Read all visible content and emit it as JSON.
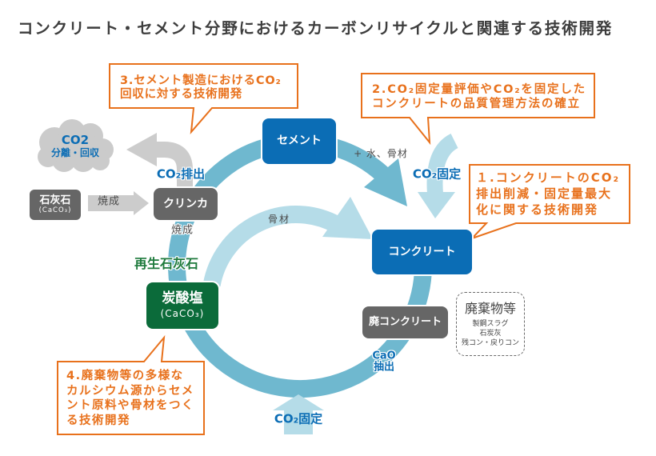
{
  "title": "コンクリート・セメント分野におけるカーボンリサイクルと関連する技術開発",
  "colors": {
    "blue_node": "#0b6db5",
    "gray_node": "#666666",
    "green_node": "#0b6b3a",
    "loop_arc": "#6fb8cf",
    "light_arc": "#b5dce8",
    "gray_arrow": "#cccccc",
    "cloud": "#cbcbcb",
    "callout_orange": "#e8711c",
    "label_blue": "#0b6db5",
    "label_green": "#1e7a3c",
    "title": "#3d3d3d"
  },
  "nodes": {
    "cement": "セメント",
    "concrete": "コンクリート",
    "clinker": "クリンカ",
    "limestone": {
      "label": "石灰石",
      "formula": "(CaCO₃)"
    },
    "carbonate": {
      "label": "炭酸塩",
      "formula": "(CaCO₃)"
    },
    "waste_concrete": "廃コンクリート",
    "waste": {
      "title": "廃棄物等",
      "items": [
        "製鋼スラグ",
        "石炭灰",
        "残コン・戻りコン"
      ]
    }
  },
  "cloud": {
    "line1": "CO2",
    "line2": "分離・回収"
  },
  "labels": {
    "co2_emission": "CO₂排出",
    "calcination_arrow": "焼成",
    "calcination_loop": "焼成",
    "recycled_limestone": "再生石灰石",
    "aggregate": "骨材",
    "water_aggregate": "+ 水、骨材",
    "co2_fixation_top": "CO₂固定",
    "cao_line1": "CaO",
    "cao_line2": "抽出",
    "co2_fixation_bottom": "CO₂固定"
  },
  "callouts": [
    {
      "number": 1,
      "lines": [
        "１.コンクリートのCO₂",
        "排出削減・固定量最大",
        "化に関する技術開発"
      ]
    },
    {
      "number": 2,
      "lines": [
        "2.CO₂固定量評価やCO₂を固定した",
        "コンクリートの品質管理方法の確立"
      ]
    },
    {
      "number": 3,
      "lines": [
        "3.セメント製造におけるCO₂",
        "回収に対する技術開発"
      ]
    },
    {
      "number": 4,
      "lines": [
        "4.廃棄物等の多様な",
        "カルシウム源からセメ",
        "ント原料や骨材をつく",
        "る技術開発"
      ]
    }
  ]
}
